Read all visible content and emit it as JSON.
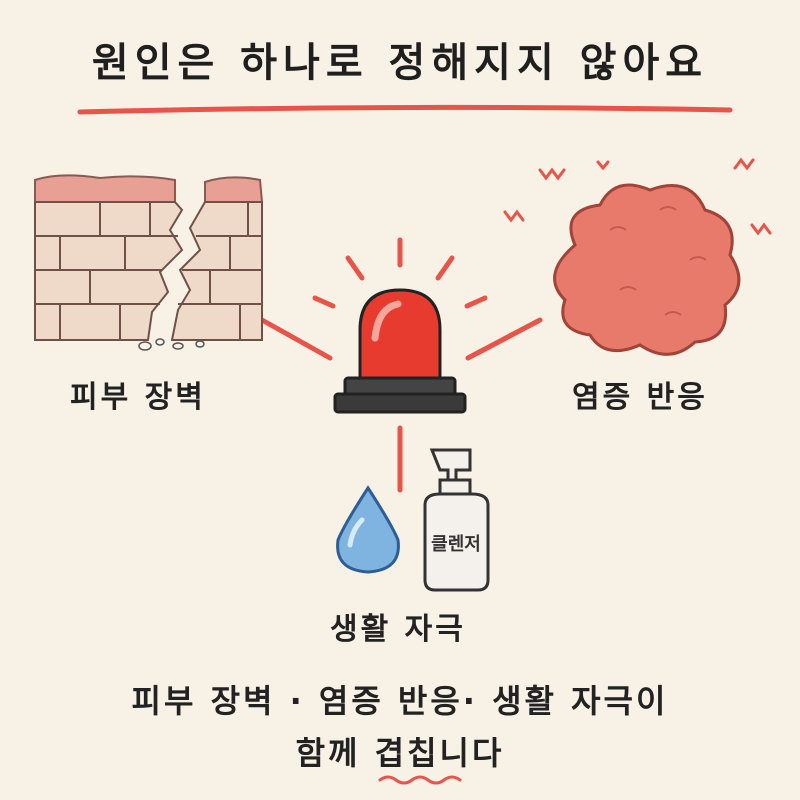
{
  "title": "원인은 하나로 정해지지 않아요",
  "nodes": {
    "barrier": "피부 장벽",
    "inflammation": "염증 반응",
    "irritation": "생활 자극"
  },
  "bottle_label": "클렌저",
  "summary": {
    "line1": "피부 장벽 · 염증 반응· 생활 자극이",
    "line2_prefix": "함께 ",
    "line2_emph": "겹칩",
    "line2_suffix": "니다"
  },
  "colors": {
    "accent_red": "#e8544a",
    "siren_red": "#e63b2e",
    "cloud": "#e87a6c",
    "brick": "#efd9c8",
    "water": "#7fb4e0",
    "background": "#f7f1e6"
  }
}
